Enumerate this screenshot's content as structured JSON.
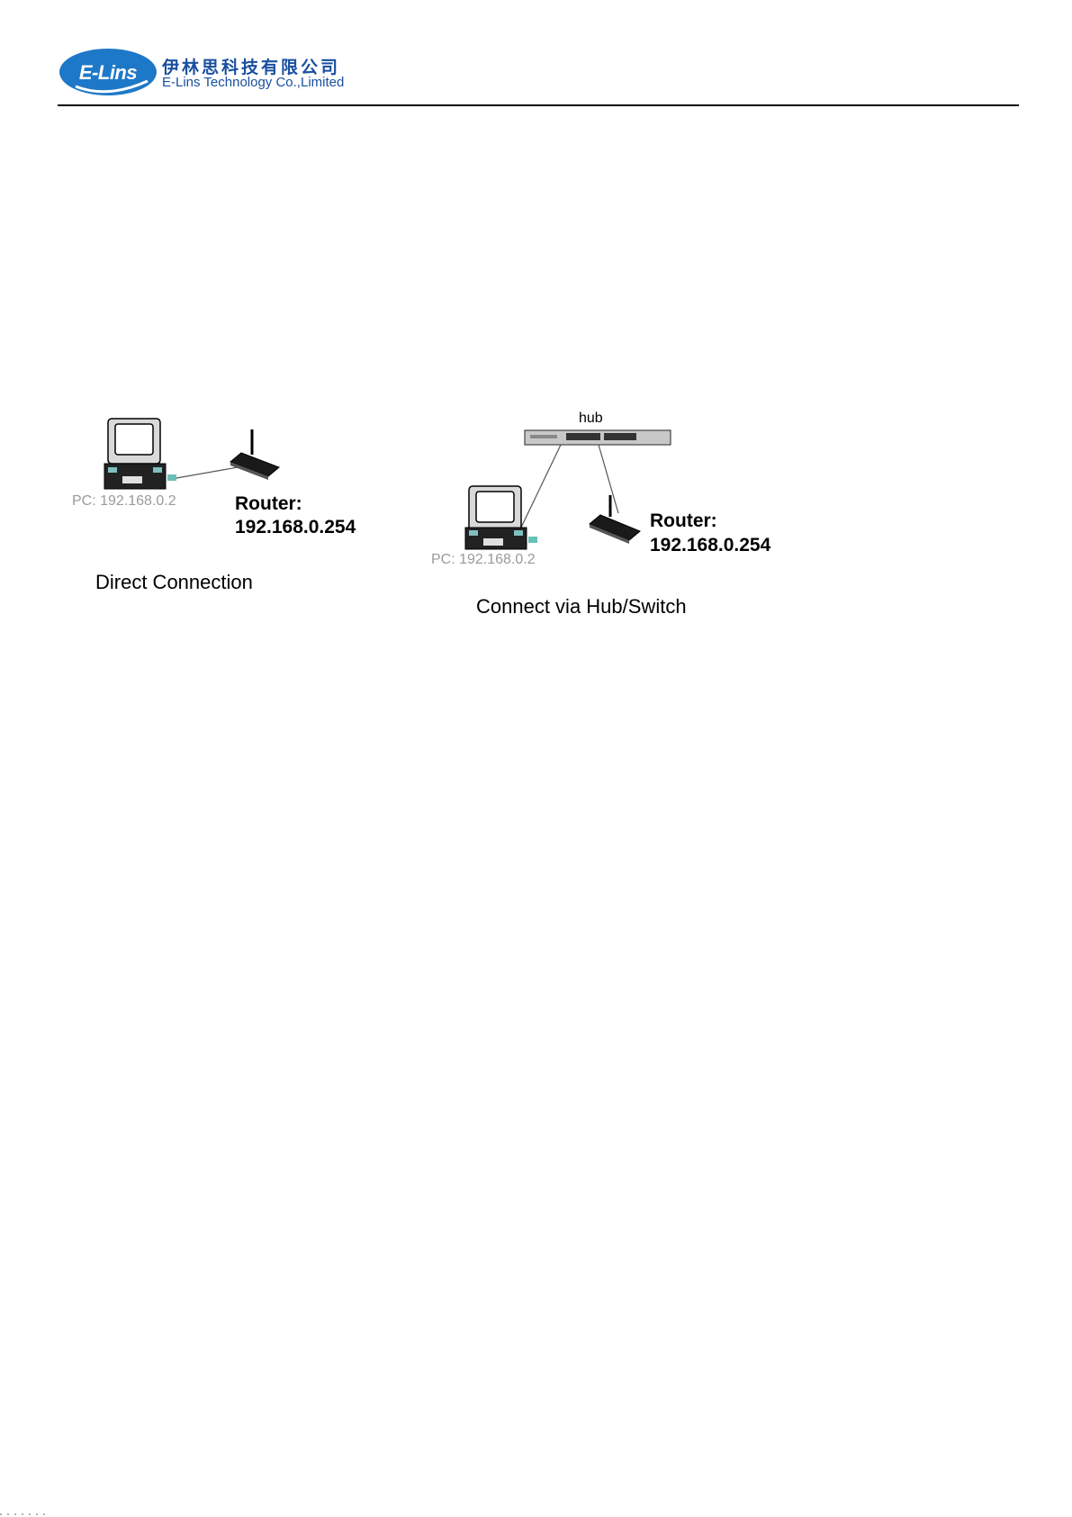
{
  "header": {
    "logo_text": "E-Lins",
    "company_cn": "伊林思科技有限公司",
    "company_en": "E-Lins Technology Co.,Limited"
  },
  "diagram_direct": {
    "pc_label": "PC: 192.168.0.2",
    "router_label_1": "Router:",
    "router_label_2": "192.168.0.254",
    "caption": "Direct Connection"
  },
  "diagram_hub": {
    "hub_label": "hub",
    "pc_label": "PC: 192.168.0.2",
    "router_label_1": "Router:",
    "router_label_2": "192.168.0.254",
    "caption": "Connect via Hub/Switch"
  }
}
